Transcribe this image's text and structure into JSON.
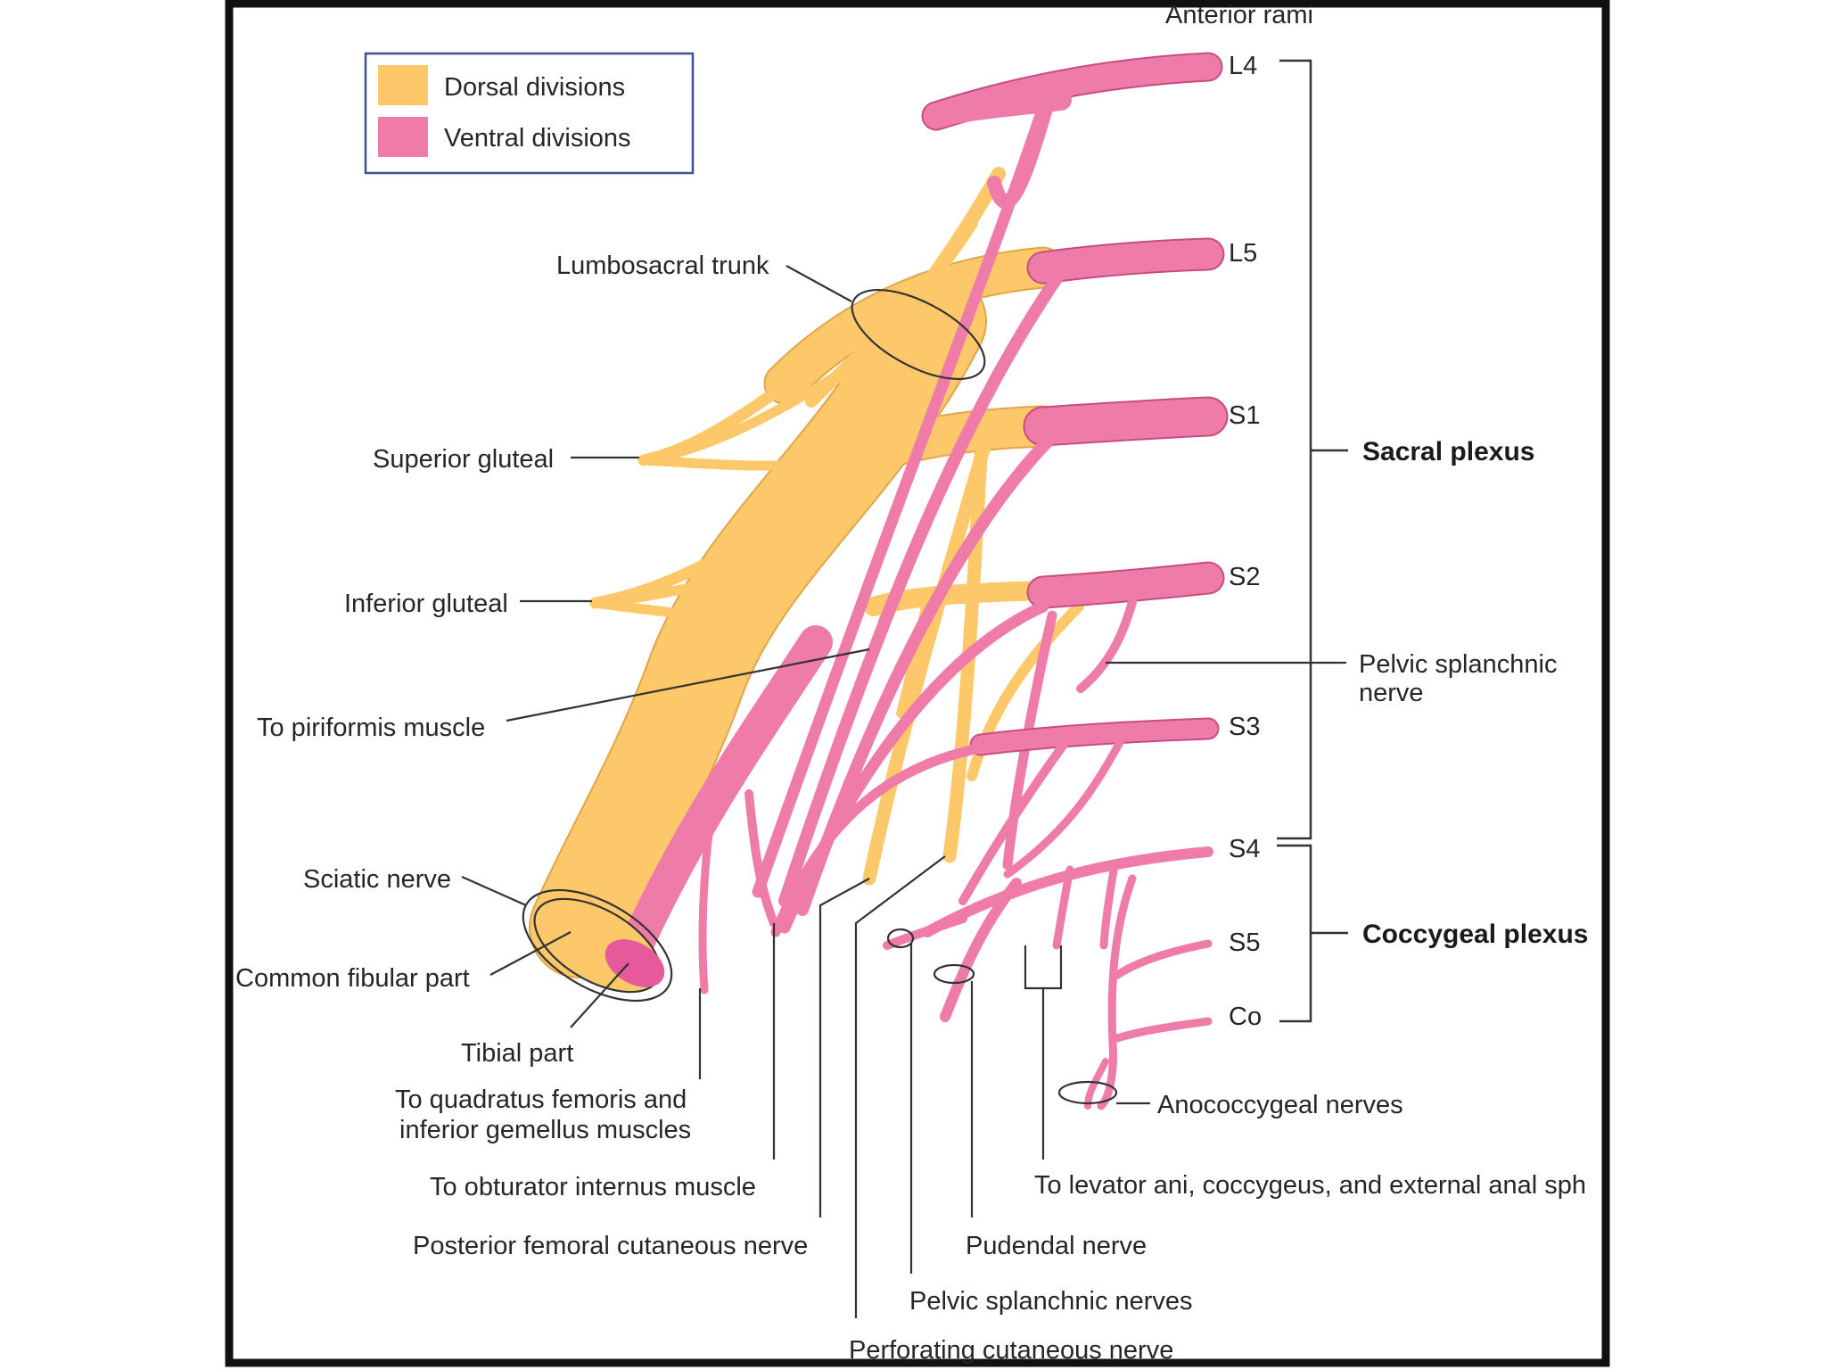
{
  "colors": {
    "dorsal": "#fdc86a",
    "ventral": "#ee7ba8",
    "dorsal_outline": "#e1a54a",
    "ventral_outline": "#c94c80",
    "frame": "#111111",
    "legend_border": "#44508c"
  },
  "legend": {
    "dorsal_label": "Dorsal divisions",
    "ventral_label": "Ventral divisions"
  },
  "header_label": "Anterior rami",
  "rami": [
    "L4",
    "L5",
    "S1",
    "S2",
    "S3",
    "S4",
    "S5",
    "Co"
  ],
  "plexuses": {
    "sacral": "Sacral plexus",
    "coccygeal": "Coccygeal plexus"
  },
  "left_labels": {
    "lumbosacral_trunk": "Lumbosacral trunk",
    "superior_gluteal": "Superior gluteal",
    "inferior_gluteal": "Inferior gluteal",
    "to_piriformis": "To piriformis muscle",
    "sciatic_nerve": "Sciatic nerve",
    "common_fibular_part": "Common fibular part",
    "tibial_part": "Tibial part"
  },
  "right_labels": {
    "pelvic_splanchnic_nerve_line1": "Pelvic splanchnic",
    "pelvic_splanchnic_nerve_line2": "nerve",
    "anococcygeal": "Anococcygeal nerves",
    "levator_ani": "To levator ani, coccygeus, and external anal sph"
  },
  "bottom_labels": {
    "quadratus_line1": "To quadratus femoris and",
    "quadratus_line2": "inferior gemellus muscles",
    "obturator_internus": "To obturator internus muscle",
    "posterior_femoral": "Posterior femoral cutaneous nerve",
    "pudendal": "Pudendal nerve",
    "pelvic_splanchnic_nerves": "Pelvic splanchnic nerves",
    "perforating_cutaneous": "Perforating cutaneous nerve"
  }
}
